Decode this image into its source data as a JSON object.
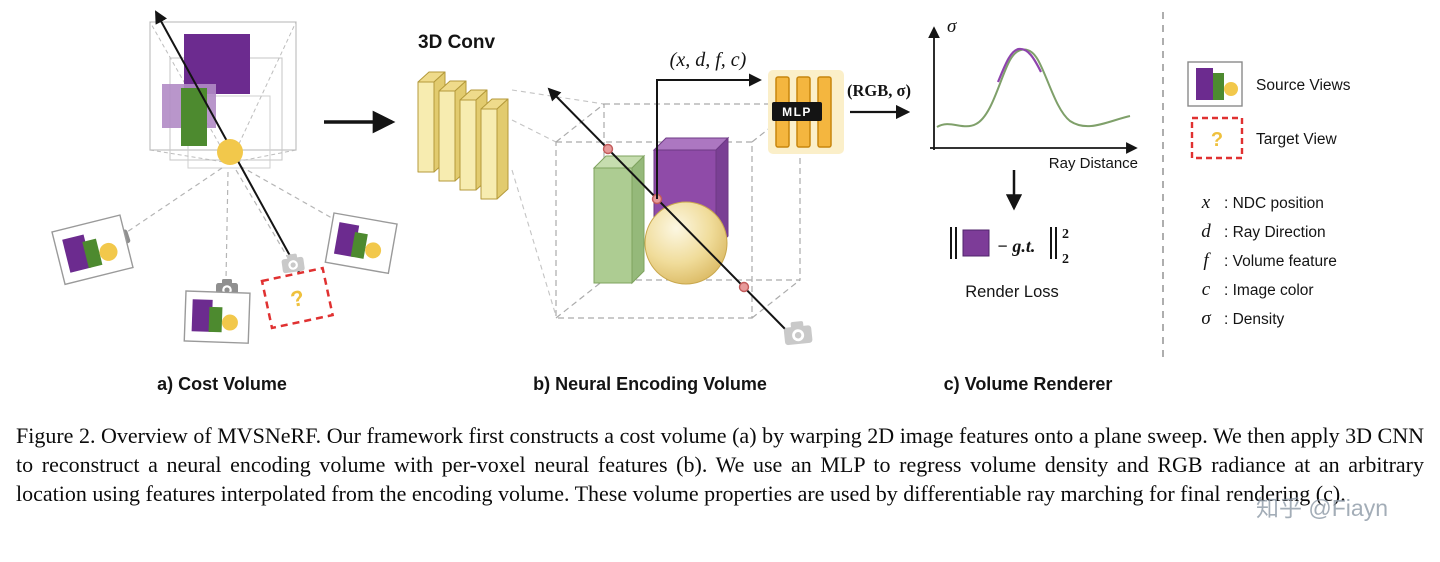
{
  "figure": {
    "caption": "Figure 2. Overview of MVSNeRF. Our framework first constructs a cost volume (a) by warping 2D image features onto a plane sweep. We then apply 3D CNN to reconstruct a neural encoding volume with per-voxel neural features (b). We use an MLP to regress volume density and RGB radiance at an arbitrary location using features interpolated from the encoding volume. These volume properties are used by differentiable ray marching for final rendering (c)."
  },
  "watermark": "知乎 @Fiayn",
  "panels": {
    "a_label": "a) Cost Volume",
    "b_label": "b) Neural Encoding Volume",
    "c_label": "c) Volume Renderer"
  },
  "diagram": {
    "conv3d_label": "3D Conv",
    "mlp_label": "MLP",
    "mlp_input_label": "(x, d, f, c)",
    "mlp_output_label": "(RGB, σ)",
    "target_question_mark": "?",
    "plot": {
      "y_axis_label": "σ",
      "x_axis_label": "Ray Distance"
    },
    "loss": {
      "minus_gt": "− g.t.",
      "superscript": "2",
      "subscript": "2",
      "label": "Render Loss"
    }
  },
  "legend": {
    "source_views_label": "Source Views",
    "target_view_label": "Target View",
    "target_question_mark": "?",
    "variables": [
      {
        "symbol": "x",
        "desc": ":  NDC position"
      },
      {
        "symbol": "d",
        "desc": ":  Ray Direction"
      },
      {
        "symbol": "f",
        "desc": ":  Volume feature"
      },
      {
        "symbol": "c",
        "desc": ":  Image color"
      },
      {
        "symbol": "σ",
        "desc": ":  Density"
      }
    ]
  },
  "colors": {
    "purple": "#6C2B8F",
    "light_purple": "#B18BC5",
    "green": "#4D8A2F",
    "yellow": "#F2C84B",
    "target_red": "#E03131",
    "mlp_yellow": "#F4B63F",
    "curve_green": "#7FA06A",
    "curve_purple": "#8E44AD"
  }
}
